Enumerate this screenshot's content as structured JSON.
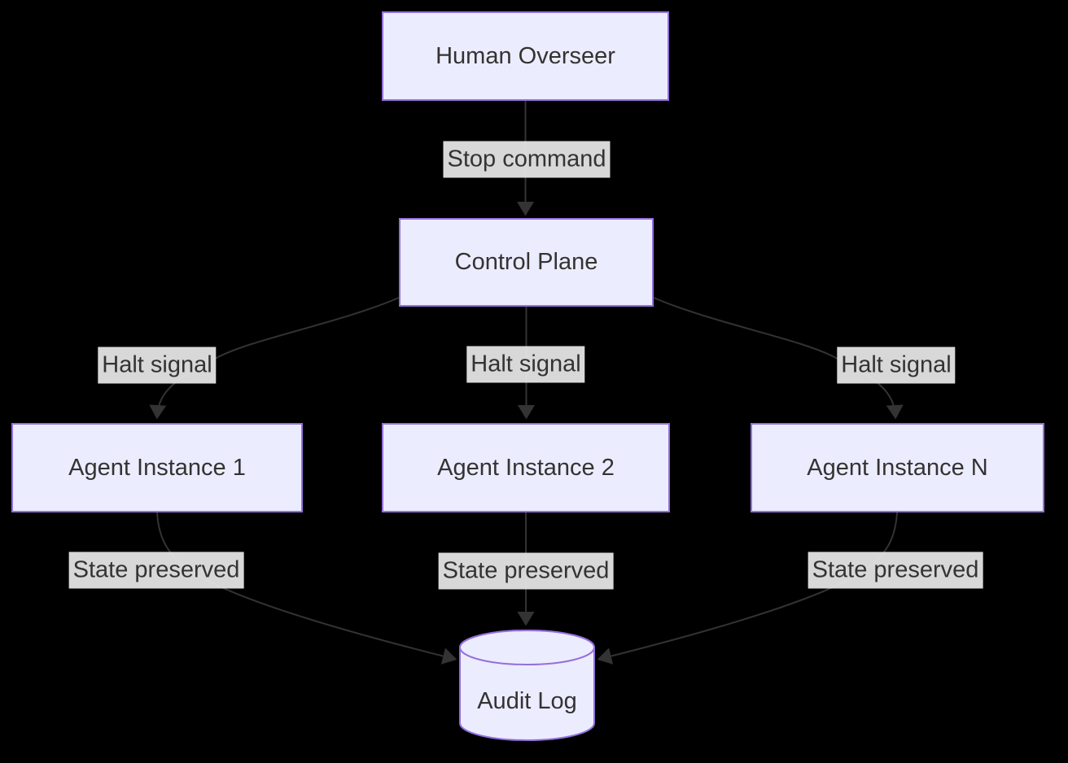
{
  "theme": {
    "background": "#000000",
    "node_fill": "#ECECFF",
    "node_border": "#9370DB",
    "text": "#333333",
    "edge": "#333333",
    "edge_label_bg": "#e8e8e8"
  },
  "diagram": {
    "type": "flowchart",
    "direction": "top-down",
    "nodes": [
      {
        "id": "human-overseer",
        "label": "Human Overseer",
        "shape": "rect"
      },
      {
        "id": "control-plane",
        "label": "Control Plane",
        "shape": "rect"
      },
      {
        "id": "agent-1",
        "label": "Agent Instance 1",
        "shape": "rect"
      },
      {
        "id": "agent-2",
        "label": "Agent Instance 2",
        "shape": "rect"
      },
      {
        "id": "agent-n",
        "label": "Agent Instance N",
        "shape": "rect"
      },
      {
        "id": "audit-log",
        "label": "Audit Log",
        "shape": "cylinder"
      }
    ],
    "edges": [
      {
        "from": "human-overseer",
        "to": "control-plane",
        "label": "Stop command"
      },
      {
        "from": "control-plane",
        "to": "agent-1",
        "label": "Halt signal"
      },
      {
        "from": "control-plane",
        "to": "agent-2",
        "label": "Halt signal"
      },
      {
        "from": "control-plane",
        "to": "agent-n",
        "label": "Halt signal"
      },
      {
        "from": "agent-1",
        "to": "audit-log",
        "label": "State preserved"
      },
      {
        "from": "agent-2",
        "to": "audit-log",
        "label": "State preserved"
      },
      {
        "from": "agent-n",
        "to": "audit-log",
        "label": "State preserved"
      }
    ]
  }
}
